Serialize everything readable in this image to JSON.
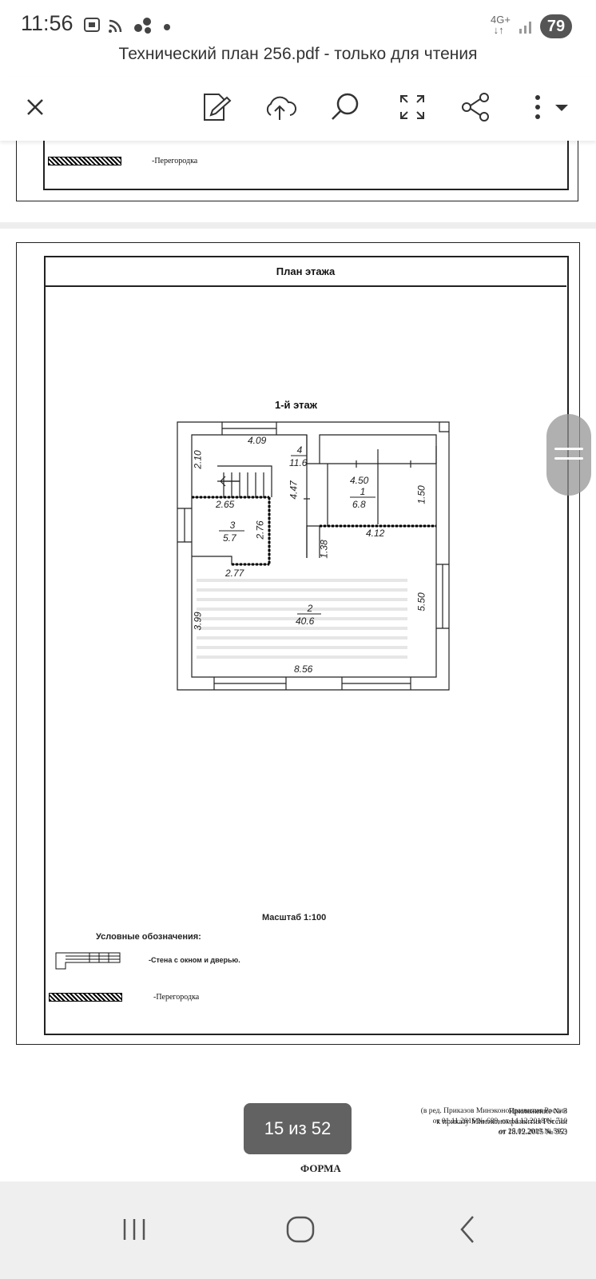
{
  "status_bar": {
    "time": "11:56",
    "network_type": "4G+",
    "battery": "79",
    "icons": [
      "screen-record-icon",
      "cast-icon",
      "connection-icon",
      "dot-icon",
      "signal-bars-icon"
    ]
  },
  "document": {
    "title": "Технический план 256.pdf - только для чтения"
  },
  "toolbar": {
    "buttons": [
      "close-icon",
      "edit-icon",
      "upload-cloud-icon",
      "search-icon",
      "fullscreen-icon",
      "share-icon",
      "more-icon"
    ]
  },
  "page_prev": {
    "legend_partition": "-Перегородка"
  },
  "page_main": {
    "header": "План этажа",
    "floor_label": "1-й этаж",
    "rooms": [
      {
        "number": "1",
        "area": "6.8"
      },
      {
        "number": "2",
        "area": "40.6"
      },
      {
        "number": "3",
        "area": "5.7"
      },
      {
        "number": "4",
        "area": "11.6"
      }
    ],
    "dimensions": {
      "d409": "4.09",
      "d210": "2.10",
      "d265": "2.65",
      "d447": "4.47",
      "d450": "4.50",
      "d150": "1.50",
      "d412": "4.12",
      "d276": "2.76",
      "d138": "1.38",
      "d277": "2.77",
      "d399": "3.99",
      "d550": "5.50",
      "d856": "8.56"
    },
    "scale": "Масштаб 1:100",
    "legend_title": "Условные обозначения:",
    "legend_wall": "-Стена с окном и дверью.",
    "legend_partition": "-Перегородка"
  },
  "page_next": {
    "appendix_lines": [
      "Приложение № 3",
      "к приказу Минэкономразвития России",
      "от 18.12.2015 № 953"
    ],
    "revision_lines": [
      "(в ред. Приказов Минэкономразвития России",
      "от 01.11.2016 № 689, от 14.12.2018 № 710",
      "от 25.09.2019 № 592)"
    ],
    "form_title": "ФОРМА"
  },
  "page_indicator": "15 из 52",
  "nav_bar": [
    "recent-apps-icon",
    "home-icon",
    "back-icon"
  ]
}
